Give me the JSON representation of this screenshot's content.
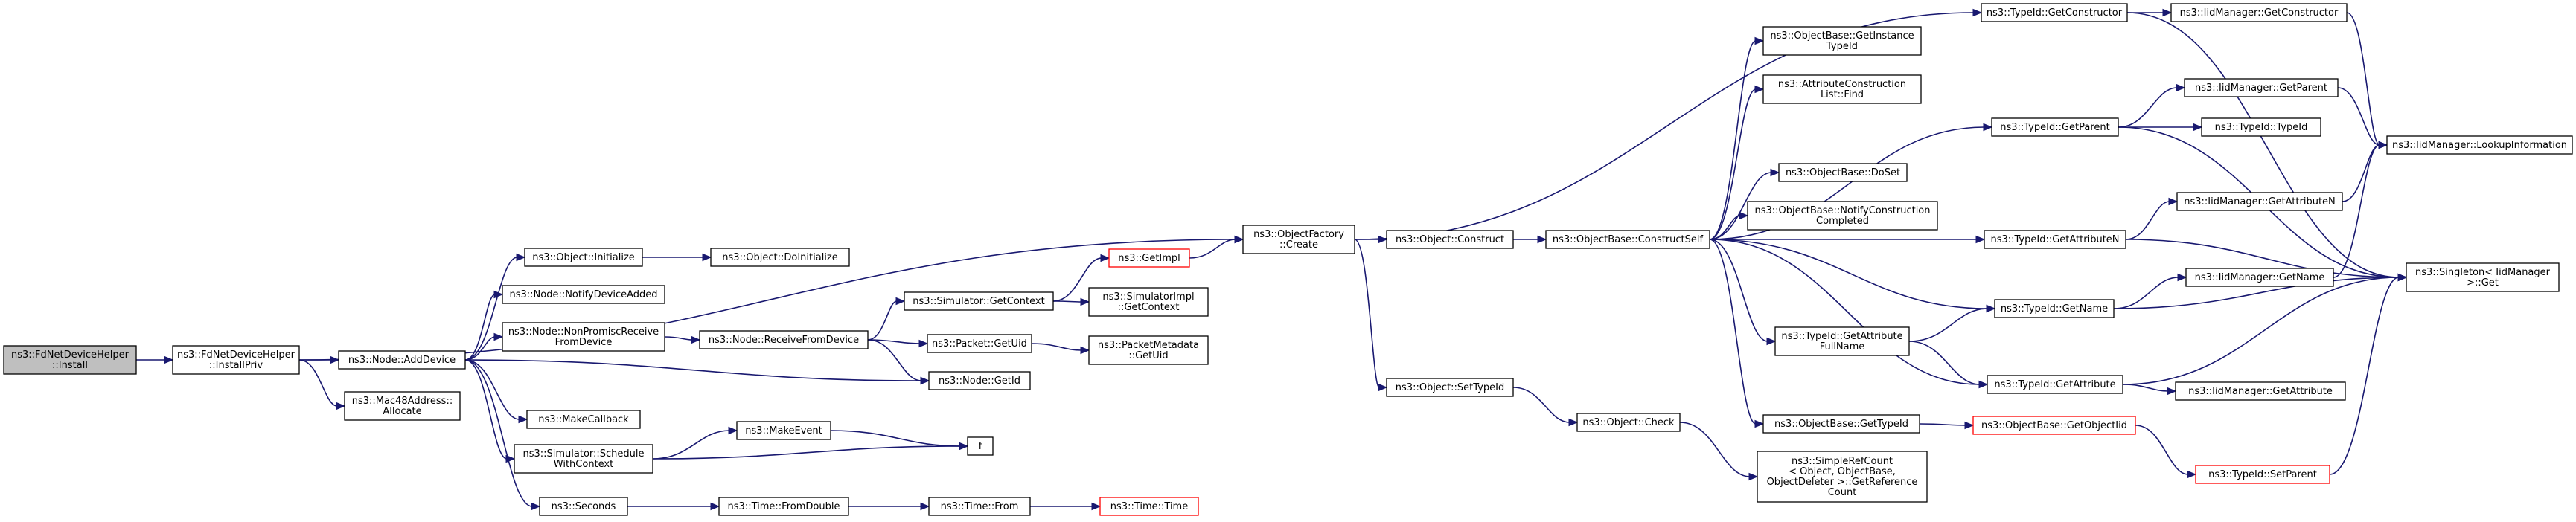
{
  "diagram": {
    "nodes": [
      {
        "id": "fdnet_install",
        "lines": [
          "ns3::FdNetDeviceHelper",
          "::Install"
        ],
        "style": "root"
      },
      {
        "id": "installpriv",
        "lines": [
          "ns3::FdNetDeviceHelper",
          "::InstallPriv"
        ],
        "style": "normal"
      },
      {
        "id": "node_adddevice",
        "lines": [
          "ns3::Node::AddDevice"
        ],
        "style": "normal"
      },
      {
        "id": "mac48",
        "lines": [
          "ns3::Mac48Address::",
          "Allocate"
        ],
        "style": "normal"
      },
      {
        "id": "obj_initialize",
        "lines": [
          "ns3::Object::Initialize"
        ],
        "style": "normal"
      },
      {
        "id": "notifydeviceadded",
        "lines": [
          "ns3::Node::NotifyDeviceAdded"
        ],
        "style": "normal"
      },
      {
        "id": "nonpromisc",
        "lines": [
          "ns3::Node::NonPromiscReceive",
          "FromDevice"
        ],
        "style": "normal"
      },
      {
        "id": "makecallback",
        "lines": [
          "ns3::MakeCallback"
        ],
        "style": "normal"
      },
      {
        "id": "schedulectx",
        "lines": [
          "ns3::Simulator::Schedule",
          "WithContext"
        ],
        "style": "normal"
      },
      {
        "id": "seconds",
        "lines": [
          "ns3::Seconds"
        ],
        "style": "normal"
      },
      {
        "id": "doinitialize",
        "lines": [
          "ns3::Object::DoInitialize"
        ],
        "style": "normal"
      },
      {
        "id": "receivefromdevice",
        "lines": [
          "ns3::Node::ReceiveFromDevice"
        ],
        "style": "normal"
      },
      {
        "id": "makeevent",
        "lines": [
          "ns3::MakeEvent"
        ],
        "style": "normal"
      },
      {
        "id": "time_fromdouble",
        "lines": [
          "ns3::Time::FromDouble"
        ],
        "style": "normal"
      },
      {
        "id": "sim_getcontext",
        "lines": [
          "ns3::Simulator::GetContext"
        ],
        "style": "normal"
      },
      {
        "id": "packet_getuid",
        "lines": [
          "ns3::Packet::GetUid"
        ],
        "style": "normal"
      },
      {
        "id": "node_getid",
        "lines": [
          "ns3::Node::GetId"
        ],
        "style": "normal"
      },
      {
        "id": "f",
        "lines": [
          "f"
        ],
        "style": "normal"
      },
      {
        "id": "time_from",
        "lines": [
          "ns3::Time::From"
        ],
        "style": "normal"
      },
      {
        "id": "getimpl",
        "lines": [
          "ns3::GetImpl"
        ],
        "style": "red"
      },
      {
        "id": "simimpl_getcontext",
        "lines": [
          "ns3::SimulatorImpl",
          "::GetContext"
        ],
        "style": "normal"
      },
      {
        "id": "packetmeta_getuid",
        "lines": [
          "ns3::PacketMetadata",
          "::GetUid"
        ],
        "style": "normal"
      },
      {
        "id": "time_time",
        "lines": [
          "ns3::Time::Time"
        ],
        "style": "red"
      },
      {
        "id": "objfactory_create",
        "lines": [
          "ns3::ObjectFactory",
          "::Create"
        ],
        "style": "normal"
      },
      {
        "id": "obj_construct",
        "lines": [
          "ns3::Object::Construct"
        ],
        "style": "normal"
      },
      {
        "id": "obj_settypeid",
        "lines": [
          "ns3::Object::SetTypeId"
        ],
        "style": "normal"
      },
      {
        "id": "obj_check",
        "lines": [
          "ns3::Object::Check"
        ],
        "style": "normal"
      },
      {
        "id": "constructself",
        "lines": [
          "ns3::ObjectBase::ConstructSelf"
        ],
        "style": "normal"
      },
      {
        "id": "getinstancetypeid",
        "lines": [
          "ns3::ObjectBase::GetInstance",
          "TypeId"
        ],
        "style": "normal"
      },
      {
        "id": "attrconstrlist_find",
        "lines": [
          "ns3::AttributeConstruction",
          "List::Find"
        ],
        "style": "normal"
      },
      {
        "id": "doset",
        "lines": [
          "ns3::ObjectBase::DoSet"
        ],
        "style": "normal"
      },
      {
        "id": "notifyconstructioncompleted",
        "lines": [
          "ns3::ObjectBase::NotifyConstruction",
          "Completed"
        ],
        "style": "normal"
      },
      {
        "id": "getattributefullname",
        "lines": [
          "ns3::TypeId::GetAttribute",
          "FullName"
        ],
        "style": "normal"
      },
      {
        "id": "objbase_gettypeid",
        "lines": [
          "ns3::ObjectBase::GetTypeId"
        ],
        "style": "normal"
      },
      {
        "id": "simplerefcount",
        "lines": [
          "ns3::SimpleRefCount",
          "< Object, ObjectBase,",
          "ObjectDeleter >::GetReference",
          "Count"
        ],
        "style": "normal"
      },
      {
        "id": "typeid_getconstructor",
        "lines": [
          "ns3::TypeId::GetConstructor"
        ],
        "style": "normal"
      },
      {
        "id": "typeid_getparent",
        "lines": [
          "ns3::TypeId::GetParent"
        ],
        "style": "normal"
      },
      {
        "id": "typeid_getattributen",
        "lines": [
          "ns3::TypeId::GetAttributeN"
        ],
        "style": "normal"
      },
      {
        "id": "typeid_getname",
        "lines": [
          "ns3::TypeId::GetName"
        ],
        "style": "normal"
      },
      {
        "id": "typeid_getattribute",
        "lines": [
          "ns3::TypeId::GetAttribute"
        ],
        "style": "normal"
      },
      {
        "id": "getobjecttid",
        "lines": [
          "ns3::ObjectBase::GetObjectIid"
        ],
        "style": "red"
      },
      {
        "id": "iid_getconstructor",
        "lines": [
          "ns3::IidManager::GetConstructor"
        ],
        "style": "normal"
      },
      {
        "id": "iid_getparent",
        "lines": [
          "ns3::IidManager::GetParent"
        ],
        "style": "normal"
      },
      {
        "id": "typeid_typeid",
        "lines": [
          "ns3::TypeId::TypeId"
        ],
        "style": "normal"
      },
      {
        "id": "iid_getattributen",
        "lines": [
          "ns3::IidManager::GetAttributeN"
        ],
        "style": "normal"
      },
      {
        "id": "iid_getname",
        "lines": [
          "ns3::IidManager::GetName"
        ],
        "style": "normal"
      },
      {
        "id": "iid_getattribute",
        "lines": [
          "ns3::IidManager::GetAttribute"
        ],
        "style": "normal"
      },
      {
        "id": "typeid_setparent",
        "lines": [
          "ns3::TypeId::SetParent"
        ],
        "style": "red"
      },
      {
        "id": "iid_lookupinformation",
        "lines": [
          "ns3::IidManager::LookupInformation"
        ],
        "style": "normal"
      },
      {
        "id": "singleton_get",
        "lines": [
          "ns3::Singleton< IidManager",
          ">::Get"
        ],
        "style": "normal"
      }
    ],
    "edges": [
      [
        "fdnet_install",
        "installpriv"
      ],
      [
        "installpriv",
        "node_adddevice"
      ],
      [
        "installpriv",
        "mac48"
      ],
      [
        "installpriv",
        "objfactory_create"
      ],
      [
        "node_adddevice",
        "obj_initialize"
      ],
      [
        "node_adddevice",
        "notifydeviceadded"
      ],
      [
        "node_adddevice",
        "nonpromisc"
      ],
      [
        "node_adddevice",
        "makecallback"
      ],
      [
        "node_adddevice",
        "schedulectx"
      ],
      [
        "node_adddevice",
        "seconds"
      ],
      [
        "node_adddevice",
        "node_getid"
      ],
      [
        "obj_initialize",
        "doinitialize"
      ],
      [
        "nonpromisc",
        "receivefromdevice"
      ],
      [
        "receivefromdevice",
        "sim_getcontext"
      ],
      [
        "receivefromdevice",
        "packet_getuid"
      ],
      [
        "receivefromdevice",
        "node_getid"
      ],
      [
        "sim_getcontext",
        "getimpl"
      ],
      [
        "sim_getcontext",
        "simimpl_getcontext"
      ],
      [
        "packet_getuid",
        "packetmeta_getuid"
      ],
      [
        "schedulectx",
        "makeevent"
      ],
      [
        "schedulectx",
        "f"
      ],
      [
        "makeevent",
        "f"
      ],
      [
        "seconds",
        "time_fromdouble"
      ],
      [
        "time_fromdouble",
        "time_from"
      ],
      [
        "time_from",
        "time_time"
      ],
      [
        "getimpl",
        "objfactory_create"
      ],
      [
        "objfactory_create",
        "obj_construct"
      ],
      [
        "objfactory_create",
        "obj_settypeid"
      ],
      [
        "objfactory_create",
        "typeid_getconstructor"
      ],
      [
        "obj_construct",
        "constructself"
      ],
      [
        "obj_settypeid",
        "obj_check"
      ],
      [
        "obj_check",
        "simplerefcount"
      ],
      [
        "constructself",
        "getinstancetypeid"
      ],
      [
        "constructself",
        "attrconstrlist_find"
      ],
      [
        "constructself",
        "typeid_getparent"
      ],
      [
        "constructself",
        "doset"
      ],
      [
        "constructself",
        "notifyconstructioncompleted"
      ],
      [
        "constructself",
        "typeid_getattributen"
      ],
      [
        "constructself",
        "getattributefullname"
      ],
      [
        "constructself",
        "typeid_getname"
      ],
      [
        "constructself",
        "typeid_getattribute"
      ],
      [
        "constructself",
        "objbase_gettypeid"
      ],
      [
        "getattributefullname",
        "typeid_getname"
      ],
      [
        "getattributefullname",
        "typeid_getattribute"
      ],
      [
        "objbase_gettypeid",
        "getobjecttid"
      ],
      [
        "getobjecttid",
        "typeid_setparent"
      ],
      [
        "typeid_getconstructor",
        "iid_getconstructor"
      ],
      [
        "typeid_getconstructor",
        "singleton_get"
      ],
      [
        "typeid_getparent",
        "iid_getparent"
      ],
      [
        "typeid_getparent",
        "typeid_typeid"
      ],
      [
        "typeid_getparent",
        "singleton_get"
      ],
      [
        "typeid_getattributen",
        "iid_getattributen"
      ],
      [
        "typeid_getattributen",
        "singleton_get"
      ],
      [
        "typeid_getname",
        "iid_getname"
      ],
      [
        "typeid_getname",
        "singleton_get"
      ],
      [
        "typeid_getattribute",
        "iid_getattribute"
      ],
      [
        "typeid_getattribute",
        "singleton_get"
      ],
      [
        "iid_getconstructor",
        "iid_lookupinformation"
      ],
      [
        "iid_getparent",
        "iid_lookupinformation"
      ],
      [
        "iid_getattributen",
        "iid_lookupinformation"
      ],
      [
        "iid_getname",
        "iid_lookupinformation"
      ],
      [
        "typeid_setparent",
        "singleton_get"
      ]
    ]
  }
}
